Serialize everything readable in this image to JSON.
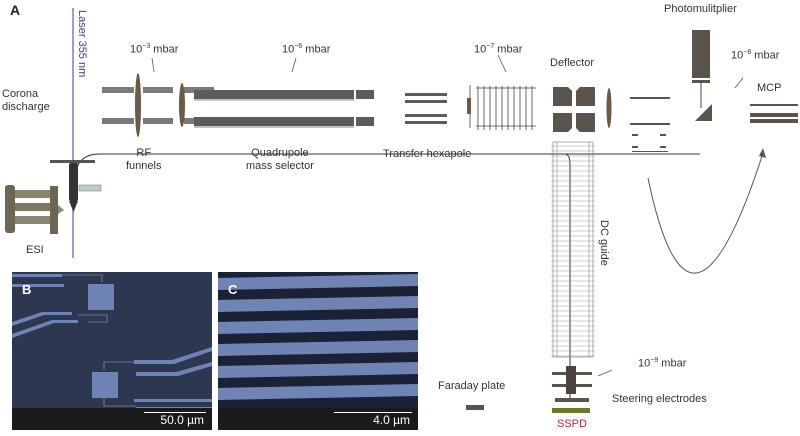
{
  "figure": {
    "panel_a_letter": "A",
    "laser": "Laser 355 nm",
    "labels": {
      "corona_line1": "Corona",
      "corona_line2": "discharge",
      "esi": "ESI",
      "rf_line1": "RF",
      "rf_line2": "funnels",
      "quad_line1": "Quadrupole",
      "quad_line2": "mass selector",
      "hexapole": "Transfer hexapole",
      "deflector": "Deflector",
      "photomultiplier": "Photomulitplier",
      "mcp": "MCP",
      "dc_guide": "DC guide",
      "faraday": "Faraday plate",
      "steering": "Steering electrodes",
      "sspd": "SSPD"
    },
    "pressures": {
      "p1_base": "10",
      "p1_exp": "−3",
      "p1_unit": " mbar",
      "p2_base": "10",
      "p2_exp": "−6",
      "p2_unit": " mbar",
      "p3_base": "10",
      "p3_exp": "−7",
      "p3_unit": " mbar",
      "p4_base": "10",
      "p4_exp": "−8",
      "p4_unit": " mbar",
      "p5_base": "10",
      "p5_exp": "−9",
      "p5_unit": " mbar"
    },
    "panel_b": {
      "letter": "B",
      "scale": "50.0 µm"
    },
    "panel_c": {
      "letter": "C",
      "scale": "4.0 µm"
    },
    "colors": {
      "laser": "#4a4a9a",
      "sspd": "#c0263a",
      "electrode": "#5a544c",
      "micro_bg": "#2d3850",
      "micro_stripe": "#6f84b4"
    }
  }
}
